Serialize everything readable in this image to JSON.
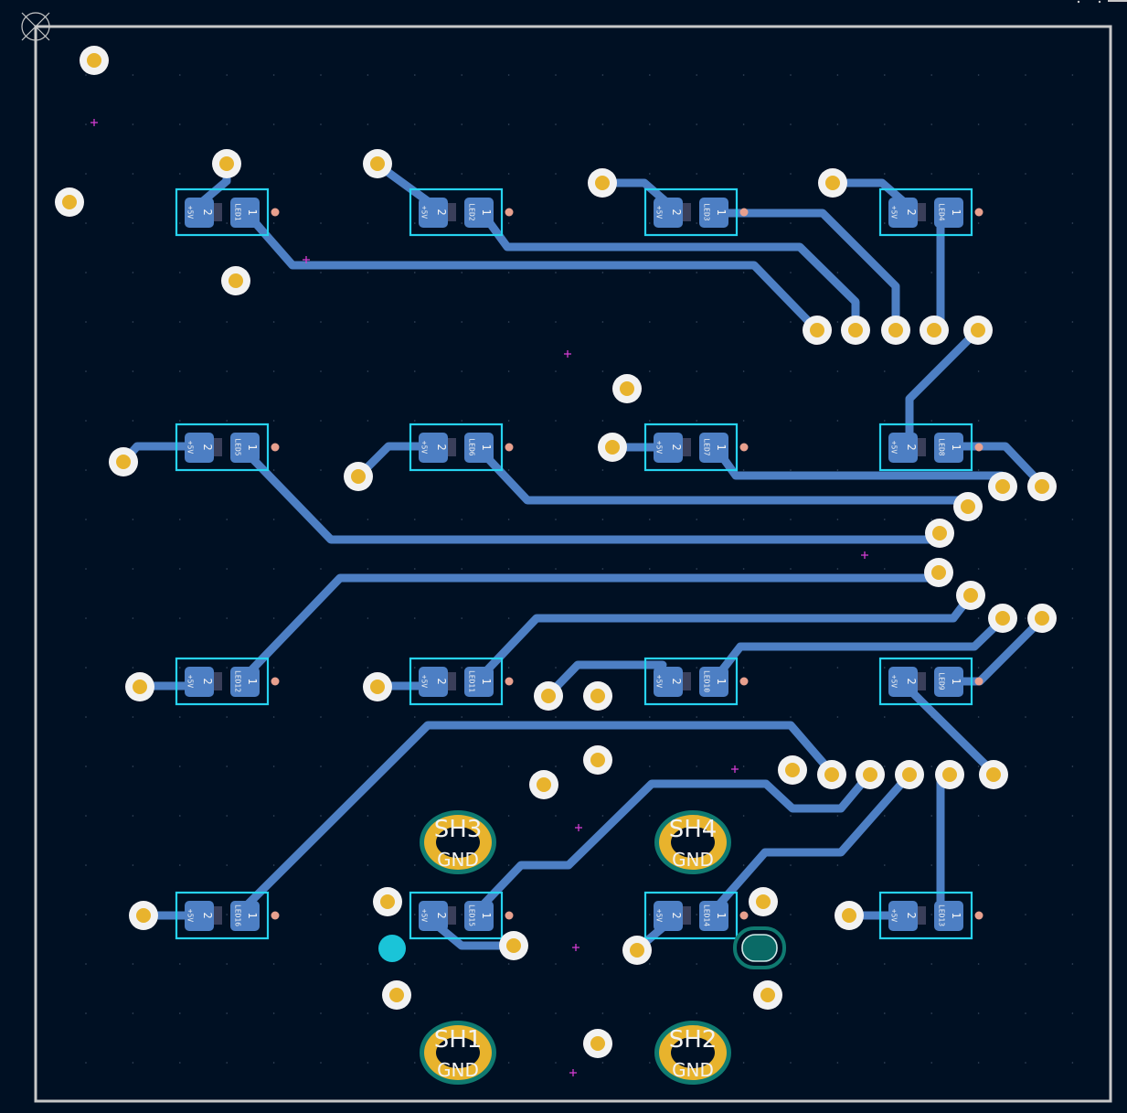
{
  "colors": {
    "background": "#001023",
    "edge_cuts": "#c8c8c8",
    "trace": "#4d7fc4",
    "via_ring": "#f2f2f2",
    "via_hole": "#e8b32d",
    "pad": "#4d7fc4",
    "footprint_outline": "#26d3f0",
    "mounting_ring": "#0f7a70",
    "mounting_copper": "#e8b32d",
    "fiducial": "#1ac4d8",
    "cross_marker": "#d23cd0",
    "small_pad": "#e8a08e"
  },
  "leds": [
    {
      "ref": "LED1",
      "pin1": "1",
      "pin2": "2",
      "net": "+5V"
    },
    {
      "ref": "LED2",
      "pin1": "1",
      "pin2": "2",
      "net": "+5V"
    },
    {
      "ref": "LED3",
      "pin1": "1",
      "pin2": "2",
      "net": "+5V"
    },
    {
      "ref": "LED4",
      "pin1": "1",
      "pin2": "2",
      "net": "+5V"
    },
    {
      "ref": "LED5",
      "pin1": "1",
      "pin2": "2",
      "net": "+5V"
    },
    {
      "ref": "LED6",
      "pin1": "1",
      "pin2": "2",
      "net": "+5V"
    },
    {
      "ref": "LED7",
      "pin1": "1",
      "pin2": "2",
      "net": "+5V"
    },
    {
      "ref": "LED8",
      "pin1": "1",
      "pin2": "2",
      "net": "+5V"
    },
    {
      "ref": "LED12",
      "pin1": "1",
      "pin2": "2",
      "net": "+5V"
    },
    {
      "ref": "LED11",
      "pin1": "1",
      "pin2": "2",
      "net": "+5V"
    },
    {
      "ref": "LED10",
      "pin1": "1",
      "pin2": "2",
      "net": "+5V"
    },
    {
      "ref": "LED9",
      "pin1": "1",
      "pin2": "2",
      "net": "+5V"
    },
    {
      "ref": "LED16",
      "pin1": "1",
      "pin2": "2",
      "net": "+5V"
    },
    {
      "ref": "LED15",
      "pin1": "1",
      "pin2": "2",
      "net": "+5V"
    },
    {
      "ref": "LED14",
      "pin1": "1",
      "pin2": "2",
      "net": "+5V"
    },
    {
      "ref": "LED13",
      "pin1": "1",
      "pin2": "2",
      "net": "+5V"
    }
  ],
  "mounting_holes": [
    {
      "ref": "SH3",
      "net": "GND"
    },
    {
      "ref": "SH4",
      "net": "GND"
    },
    {
      "ref": "SH1",
      "net": "GND"
    },
    {
      "ref": "SH2",
      "net": "GND"
    }
  ]
}
